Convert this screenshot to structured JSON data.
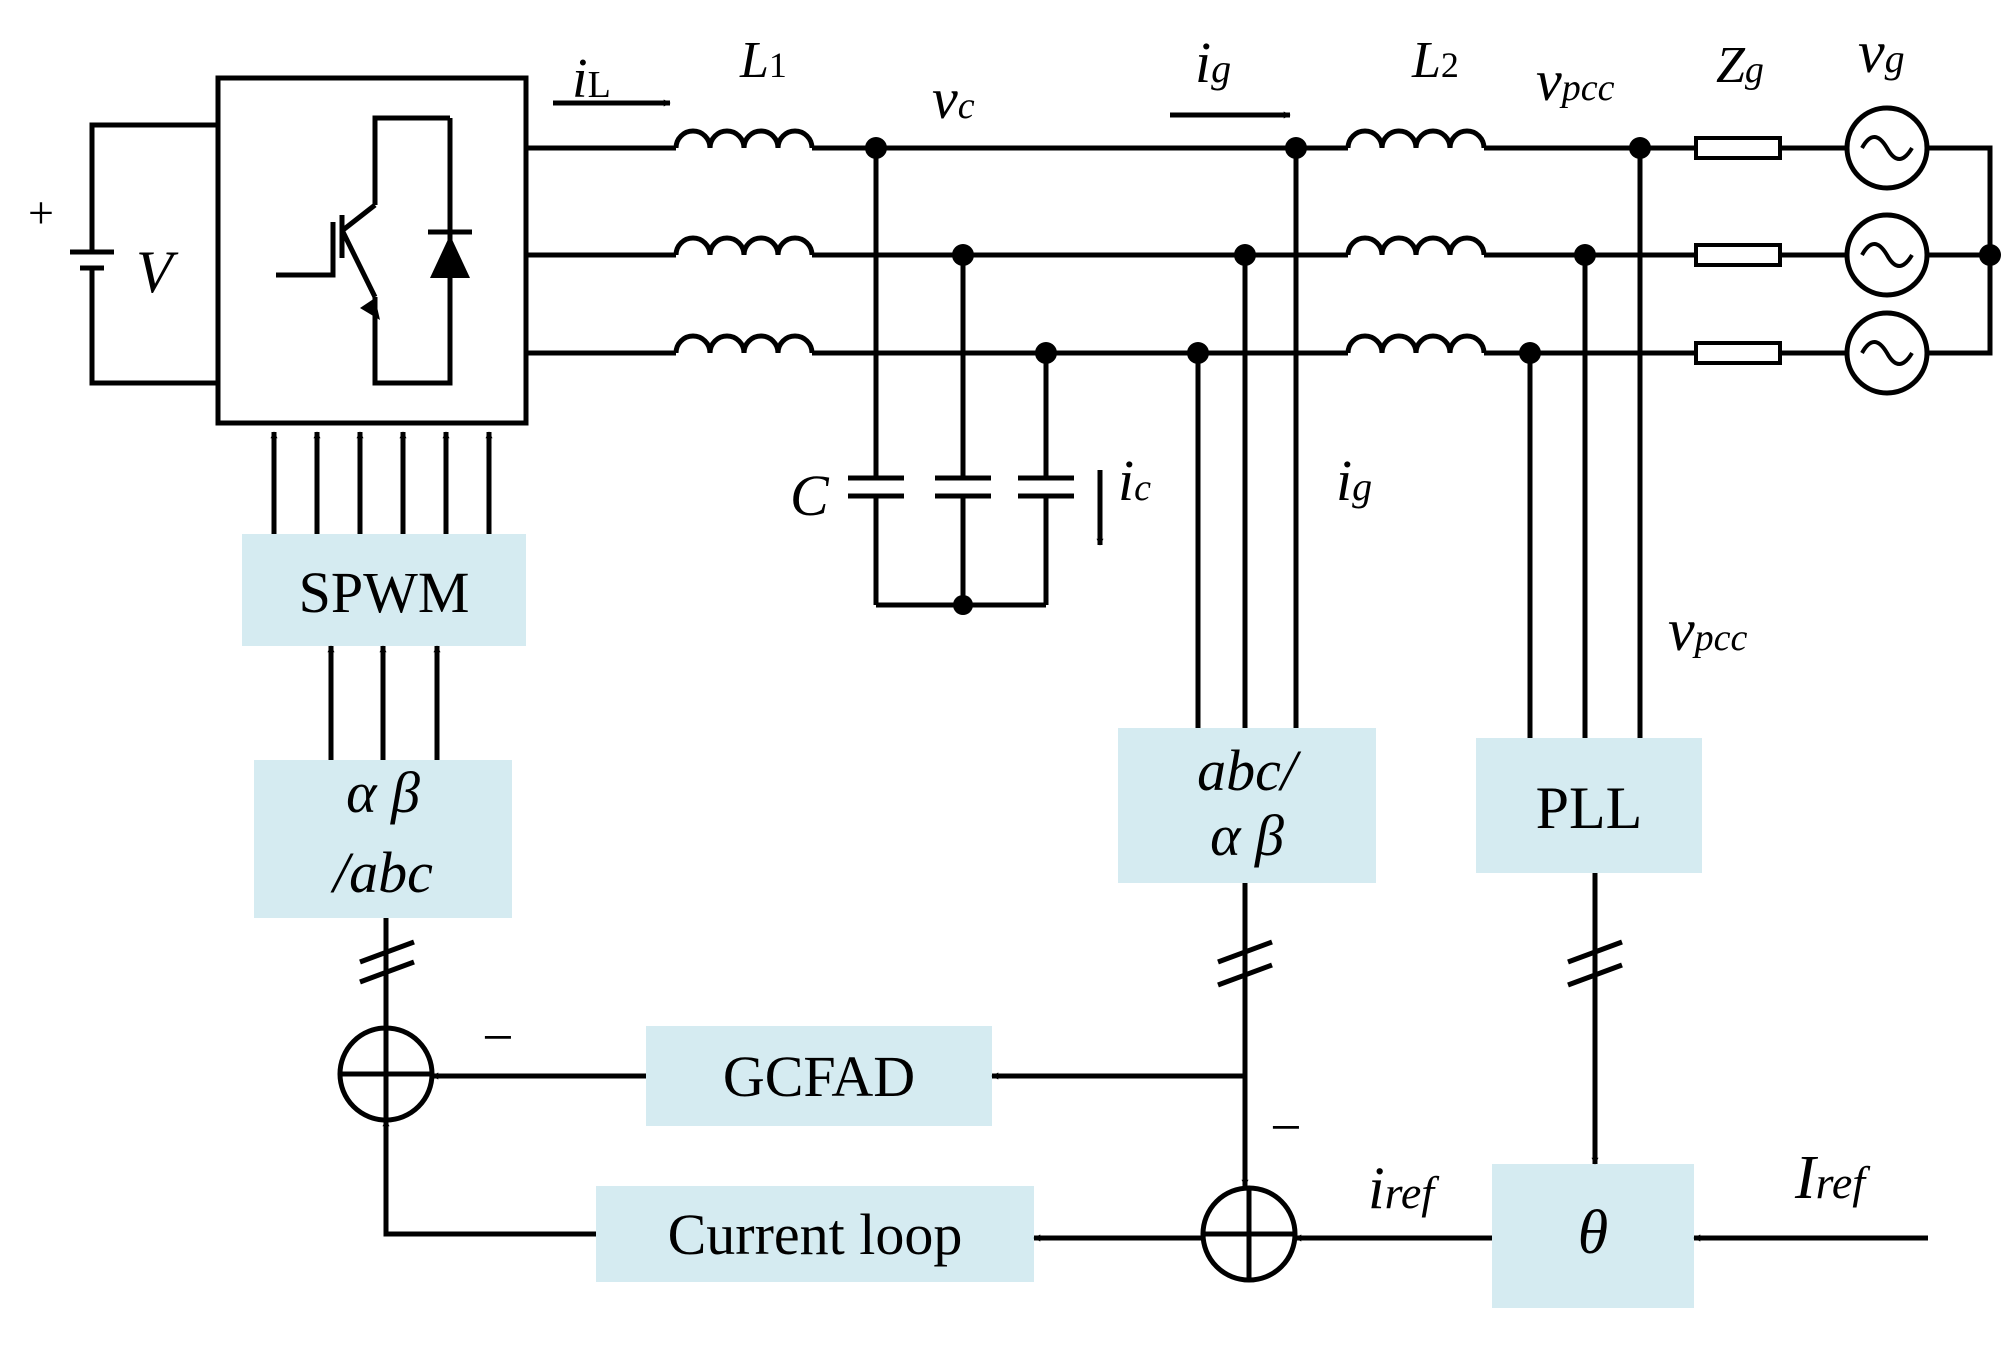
{
  "labels": {
    "dc_plus": "+",
    "dc_v": "V",
    "iL_main": "i",
    "iL_sub": "L",
    "L1_main": "L",
    "L1_sub": "1",
    "vc_main": "v",
    "vc_sub": "c",
    "ig_top_main": "i",
    "ig_top_sub": "g",
    "L2_main": "L",
    "L2_sub": "2",
    "vpcc_top_main": "v",
    "vpcc_top_sub": "pcc",
    "Zg_main": "Z",
    "Zg_sub": "g",
    "vg_main": "v",
    "vg_sub": "g",
    "C": "C",
    "ic_main": "i",
    "ic_sub": "c",
    "ig_mid_main": "i",
    "ig_mid_sub": "g",
    "vpcc_mid_main": "v",
    "vpcc_mid_sub": "pcc",
    "minus_gcfad": "−",
    "minus_sum2": "−",
    "iref_main": "i",
    "iref_sub": "ref",
    "Iref_main": "I",
    "Iref_sub": "ref"
  },
  "blocks": {
    "spwm": "SPWM",
    "ab_abc_line1": "α β",
    "ab_abc_line2": "/abc",
    "abc_ab_line1": "abc/",
    "abc_ab_line2": "α β",
    "pll": "PLL",
    "gcfad": "GCFAD",
    "current_loop": "Current loop",
    "theta": "θ"
  },
  "colors": {
    "block_fill": "#d5ebf1",
    "wire": "#000000"
  }
}
